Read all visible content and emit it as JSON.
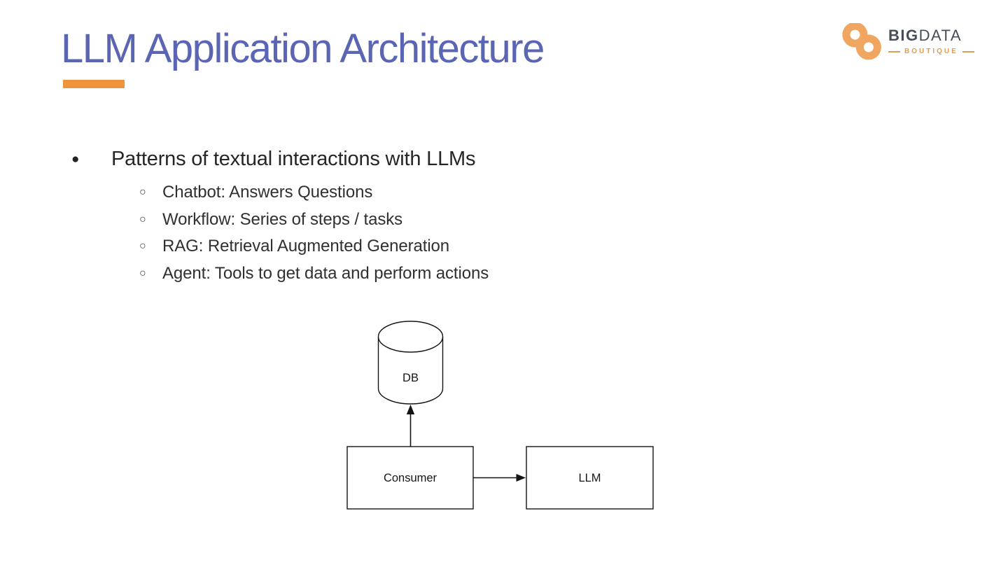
{
  "slide": {
    "title": "LLM Application Architecture",
    "title_color": "#5a66b4",
    "accent_color": "#f0943d",
    "background": "#ffffff"
  },
  "logo": {
    "brand_bold": "BIG",
    "brand_light": "DATA",
    "subtitle": "BOUTIQUE",
    "mark_icon": "infinity-icon",
    "mark_color": "#f0a661",
    "subtitle_color": "#dd9d54",
    "text_color": "#454f59"
  },
  "bullets": {
    "main_marker": "●",
    "main": "Patterns of textual interactions with LLMs",
    "sub_marker": "○",
    "sub": [
      "Chatbot: Answers Questions",
      "Workflow: Series of steps / tasks",
      "RAG: Retrieval Augmented Generation",
      "Agent: Tools to get data and perform actions"
    ]
  },
  "diagram": {
    "nodes": [
      {
        "id": "db",
        "label": "DB",
        "shape": "cylinder"
      },
      {
        "id": "consumer",
        "label": "Consumer",
        "shape": "rectangle"
      },
      {
        "id": "llm",
        "label": "LLM",
        "shape": "rectangle-hatched"
      }
    ],
    "edges": [
      {
        "from": "consumer",
        "to": "db",
        "direction": "up"
      },
      {
        "from": "consumer",
        "to": "llm",
        "direction": "right"
      }
    ]
  }
}
